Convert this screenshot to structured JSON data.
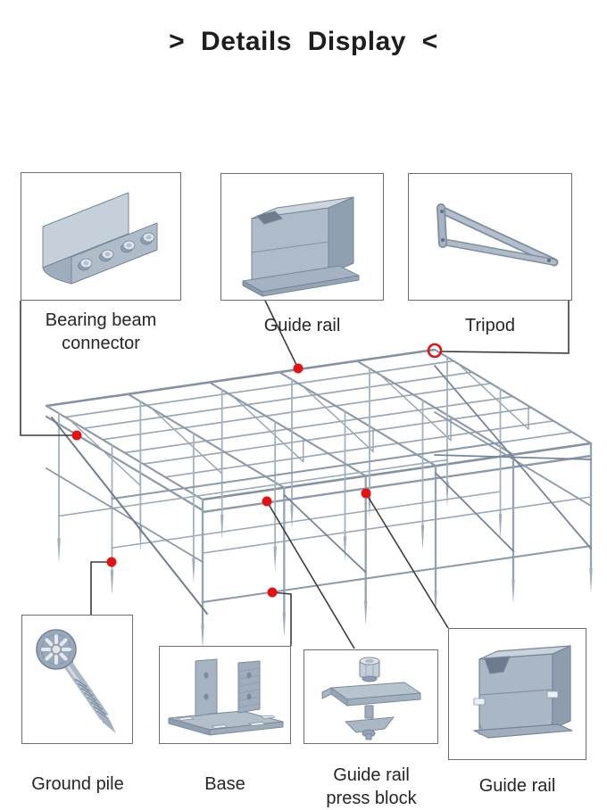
{
  "title": "> Details Display <",
  "colors": {
    "marker_red": "#e41212",
    "steel_line": "#9aa8b6",
    "part_fill": "#aab7c5"
  },
  "top_row": [
    {
      "id": "bearing-beam-connector",
      "label": "Bearing beam connector"
    },
    {
      "id": "guide-rail",
      "label": "Guide rail"
    },
    {
      "id": "tripod",
      "label": "Tripod"
    }
  ],
  "bottom_row": [
    {
      "id": "ground-pile",
      "label": "Ground pile"
    },
    {
      "id": "base",
      "label": "Base"
    },
    {
      "id": "guide-rail-press-block",
      "label": "Guide rail press block"
    },
    {
      "id": "guide-rail-2",
      "label": "Guide rail"
    }
  ]
}
